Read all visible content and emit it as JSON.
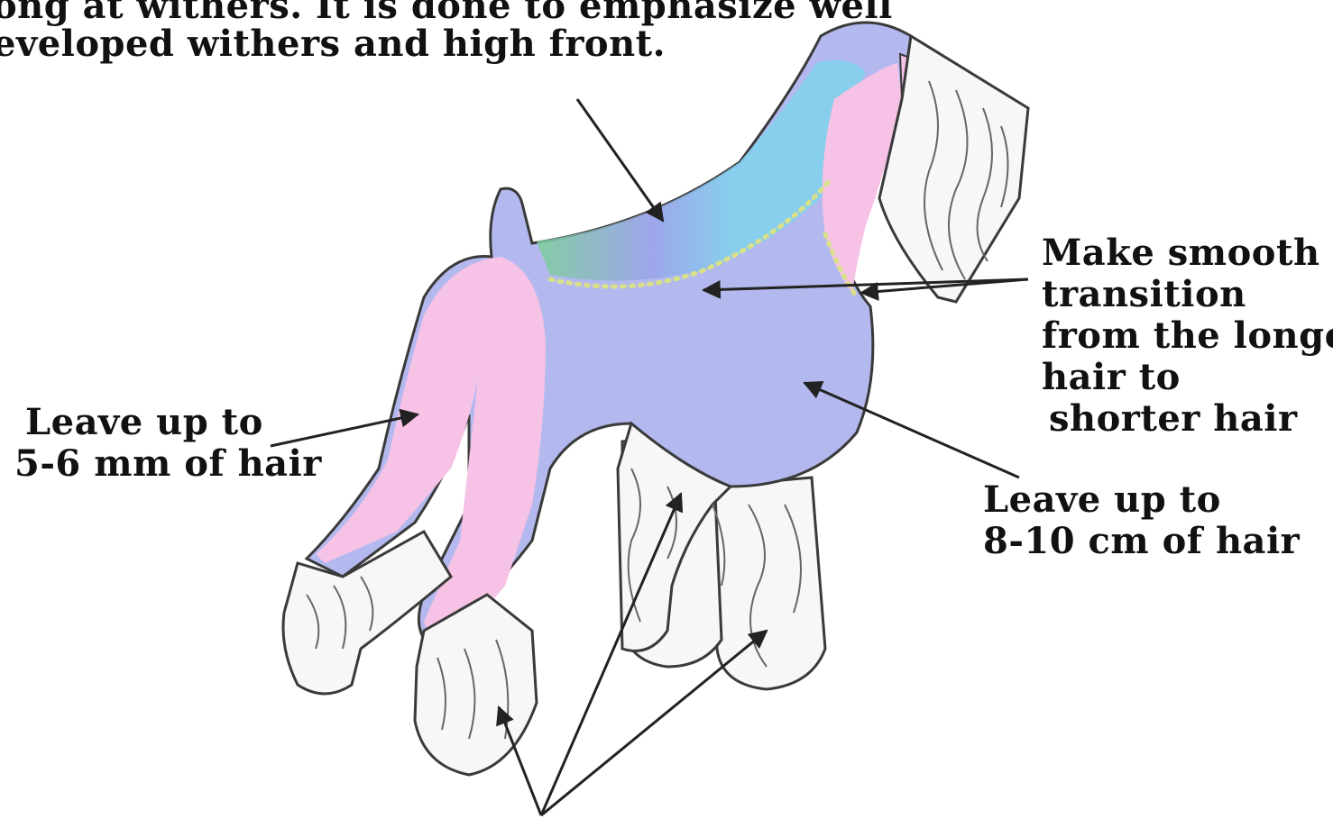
{
  "labels": {
    "top": {
      "line1": "ong at withers. It is done to emphasize well",
      "line2": "eveloped withers and high front."
    },
    "transition": {
      "line1": "Make smooth",
      "line2": "transition",
      "line3": "from the longer",
      "line4": "hair to",
      "line5": "shorter hair"
    },
    "leg_short": {
      "line1": "Leave up to",
      "line2": "5-6 mm of hair"
    },
    "body_long": {
      "line1": "Leave up to",
      "line2": "8-10 cm of hair"
    }
  },
  "colors": {
    "body": "#b3b9ee",
    "pink": "#f6c2e6",
    "cyan": "#7fd3ec",
    "green": "#7ccf98",
    "outline": "#3a3a3a",
    "dots": "#d9e08a",
    "arrow": "#222222"
  }
}
